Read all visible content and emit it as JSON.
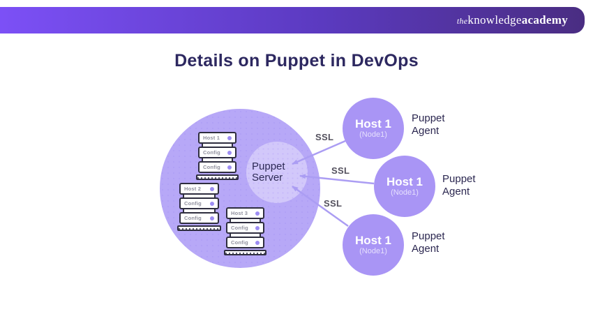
{
  "header": {
    "logo_the": "the",
    "logo_knowledge": "knowledge",
    "logo_academy": "academy"
  },
  "title": "Details on Puppet in DevOps",
  "cluster": {
    "label_line1": "Puppet",
    "label_line2": "Server",
    "stacks": [
      {
        "rows": [
          "Host 1",
          "Config",
          "Config"
        ]
      },
      {
        "rows": [
          "Host 2",
          "Config",
          "Config"
        ]
      },
      {
        "rows": [
          "Host 3",
          "Config",
          "Config"
        ]
      }
    ]
  },
  "agents": [
    {
      "host": "Host 1",
      "node": "(Node1)",
      "role_line1": "Puppet",
      "role_line2": "Agent",
      "connection": "SSL"
    },
    {
      "host": "Host 1",
      "node": "(Node1)",
      "role_line1": "Puppet",
      "role_line2": "Agent",
      "connection": "SSL"
    },
    {
      "host": "Host 1",
      "node": "(Node1)",
      "role_line1": "Puppet",
      "role_line2": "Agent",
      "connection": "SSL"
    }
  ],
  "colors": {
    "header_gradient_start": "#7c50f6",
    "header_gradient_end": "#4a2d82",
    "cluster_circle": "#b7a8f7",
    "inner_circle": "#d2c8fa",
    "host_circle": "#a995f5",
    "arrow": "#ab9df3",
    "title_text": "#2d2860"
  }
}
